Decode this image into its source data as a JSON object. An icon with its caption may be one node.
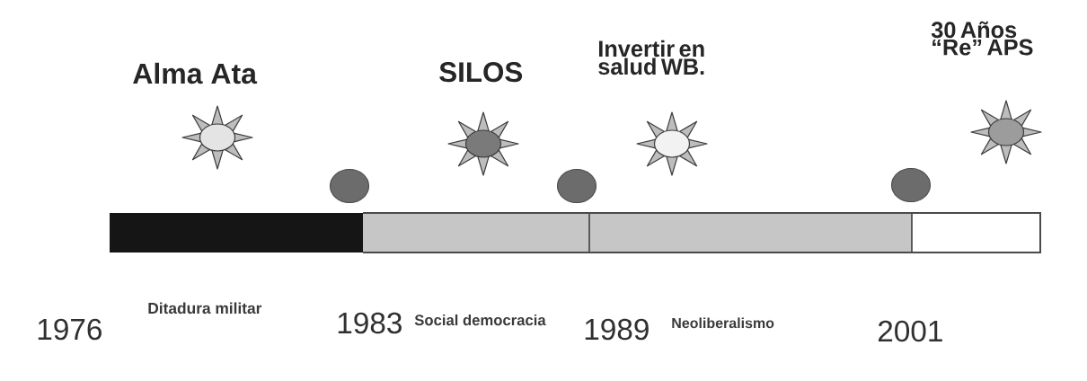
{
  "diagram": {
    "labels": [
      "Alma Ata",
      "SILOS",
      "Invertir en salud WB.",
      "30 Años “Re” APS",
      "1976",
      "Ditadura militar",
      "1983",
      "Social democracia",
      "1989",
      "Neoliberalismo",
      "2001"
    ]
  }
}
